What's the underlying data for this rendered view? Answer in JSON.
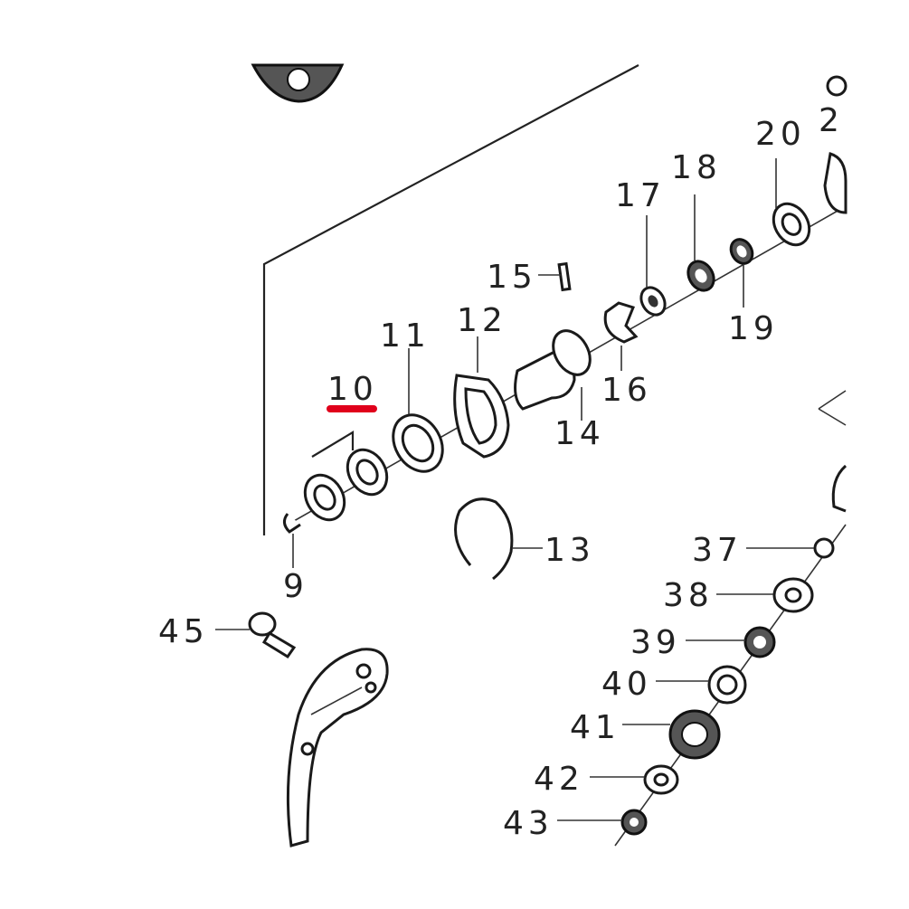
{
  "labels": {
    "p2": "2",
    "p9": "9",
    "p10": "10",
    "p11": "11",
    "p12": "12",
    "p13": "13",
    "p14": "14",
    "p15": "15",
    "p16": "16",
    "p17": "17",
    "p18": "18",
    "p19": "19",
    "p20": "20",
    "p37": "37",
    "p38": "38",
    "p39": "39",
    "p40": "40",
    "p41": "41",
    "p42": "42",
    "p43": "43",
    "p45": "45"
  },
  "highlight": {
    "target": "10",
    "color": "#e0001b"
  }
}
